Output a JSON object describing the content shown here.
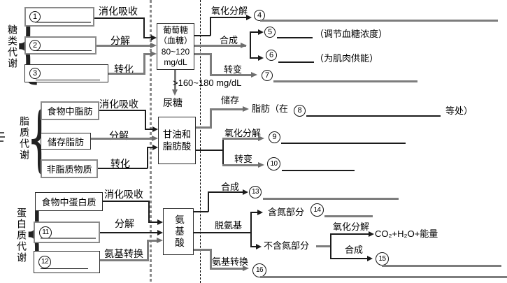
{
  "ui": {
    "brace": "{"
  },
  "colors": {
    "line_gray": "#7d7d7d",
    "line_dark": "#1b1b1b",
    "box_border_gray": "#8a8a8a",
    "background": "#ffffff"
  },
  "carb": {
    "section_label": "糖类代谢",
    "box1_num": "1",
    "box2_num": "2",
    "box3_num": "3",
    "process1": "消化吸收",
    "process2": "分解",
    "process3": "转化",
    "center_box": "葡萄糖\n（血糖）\n80~120\nmg/dL",
    "threshold": ">160~180 mg/dL",
    "urine_label": "尿糖",
    "out_oxidize_label": "氧化分解",
    "out_oxidize_num": "4",
    "out_synth_label": "合成",
    "out_synth_num1": "5",
    "out_synth_note1": "（调节血糖浓度）",
    "out_synth_num2": "6",
    "out_synth_note2": "（为肌肉供能）",
    "out_convert_label": "转变",
    "out_convert_num": "7"
  },
  "lipid": {
    "section_label": "脂质代谢",
    "box1": "食物中脂肪",
    "box2": "储存脂肪",
    "box3": "非脂质物质",
    "process1": "消化吸收",
    "process2": "分解",
    "process3": "转化",
    "center_box": "甘油和\n脂肪酸",
    "out_store_label": "储存",
    "out_store_text": "脂肪（在",
    "out_store_num": "8",
    "out_store_suffix": "等处）",
    "out_oxidize_label": "氧化分解",
    "out_oxidize_num": "9",
    "out_convert_label": "转变",
    "out_convert_num": "10"
  },
  "protein": {
    "section_label": "蛋白质代谢",
    "box1": "食物中蛋白质",
    "box2_num": "11",
    "box3_num": "12",
    "process1": "消化吸收",
    "process2": "分解",
    "process3": "氨基转换",
    "center_box": "氨基酸",
    "out_synth_label": "合成",
    "out_synth_num": "13",
    "deamination_label": "脱氨基",
    "nitrogen_label": "含氮部分",
    "nitrogen_num": "14",
    "non_nitrogen_label": "不含氮部分",
    "non_n_oxidize_label": "氧化分解",
    "non_n_oxidize_result": "CO₂+H₂O+能量",
    "non_n_synth_label": "合成",
    "non_n_synth_num": "15",
    "transamination_label": "氨基转换",
    "transamination_num": "16"
  }
}
